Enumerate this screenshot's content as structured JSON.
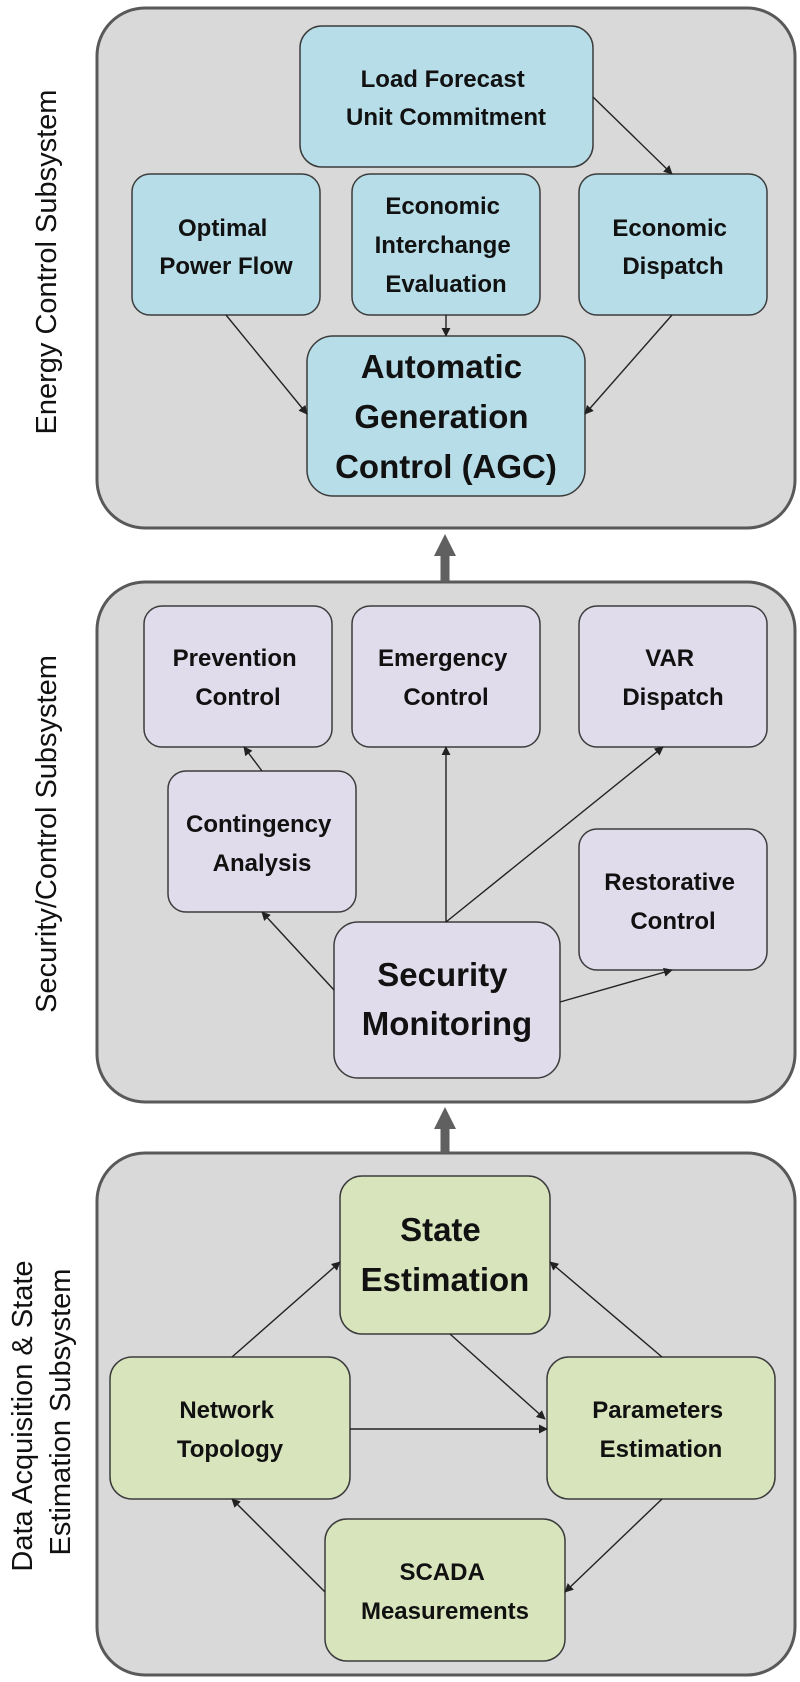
{
  "subsystems": {
    "energy": {
      "title": "Energy Control Subsystem",
      "boxes": {
        "load_forecast": [
          "Load Forecast",
          "Unit Commitment"
        ],
        "optimal_power_flow": [
          "Optimal",
          "Power Flow"
        ],
        "economic_interchange": [
          "Economic",
          "Interchange",
          "Evaluation"
        ],
        "economic_dispatch": [
          "Economic",
          "Dispatch"
        ],
        "agc": [
          "Automatic",
          "Generation",
          "Control (AGC)"
        ]
      }
    },
    "security": {
      "title": "Security/Control Subsystem",
      "boxes": {
        "prevention_control": [
          "Prevention",
          "Control"
        ],
        "emergency_control": [
          "Emergency",
          "Control"
        ],
        "var_dispatch": [
          "VAR",
          "Dispatch"
        ],
        "contingency_analysis": [
          "Contingency",
          "Analysis"
        ],
        "restorative_control": [
          "Restorative",
          "Control"
        ],
        "security_monitoring": [
          "Security",
          "Monitoring"
        ]
      }
    },
    "data": {
      "title_lines": [
        "Data Acquisition & State",
        "Estimation Subsystem"
      ],
      "boxes": {
        "state_estimation": [
          "State",
          "Estimation"
        ],
        "network_topology": [
          "Network",
          "Topology"
        ],
        "parameters_estimation": [
          "Parameters",
          "Estimation"
        ],
        "scada_measurements": [
          "SCADA",
          "Measurements"
        ]
      }
    }
  },
  "colors": {
    "panel": "#d9d9d9",
    "energy_box": "#b7dde8",
    "security_box": "#e0dcec",
    "data_box": "#d7e4bc",
    "big_arrow": "#606060"
  }
}
